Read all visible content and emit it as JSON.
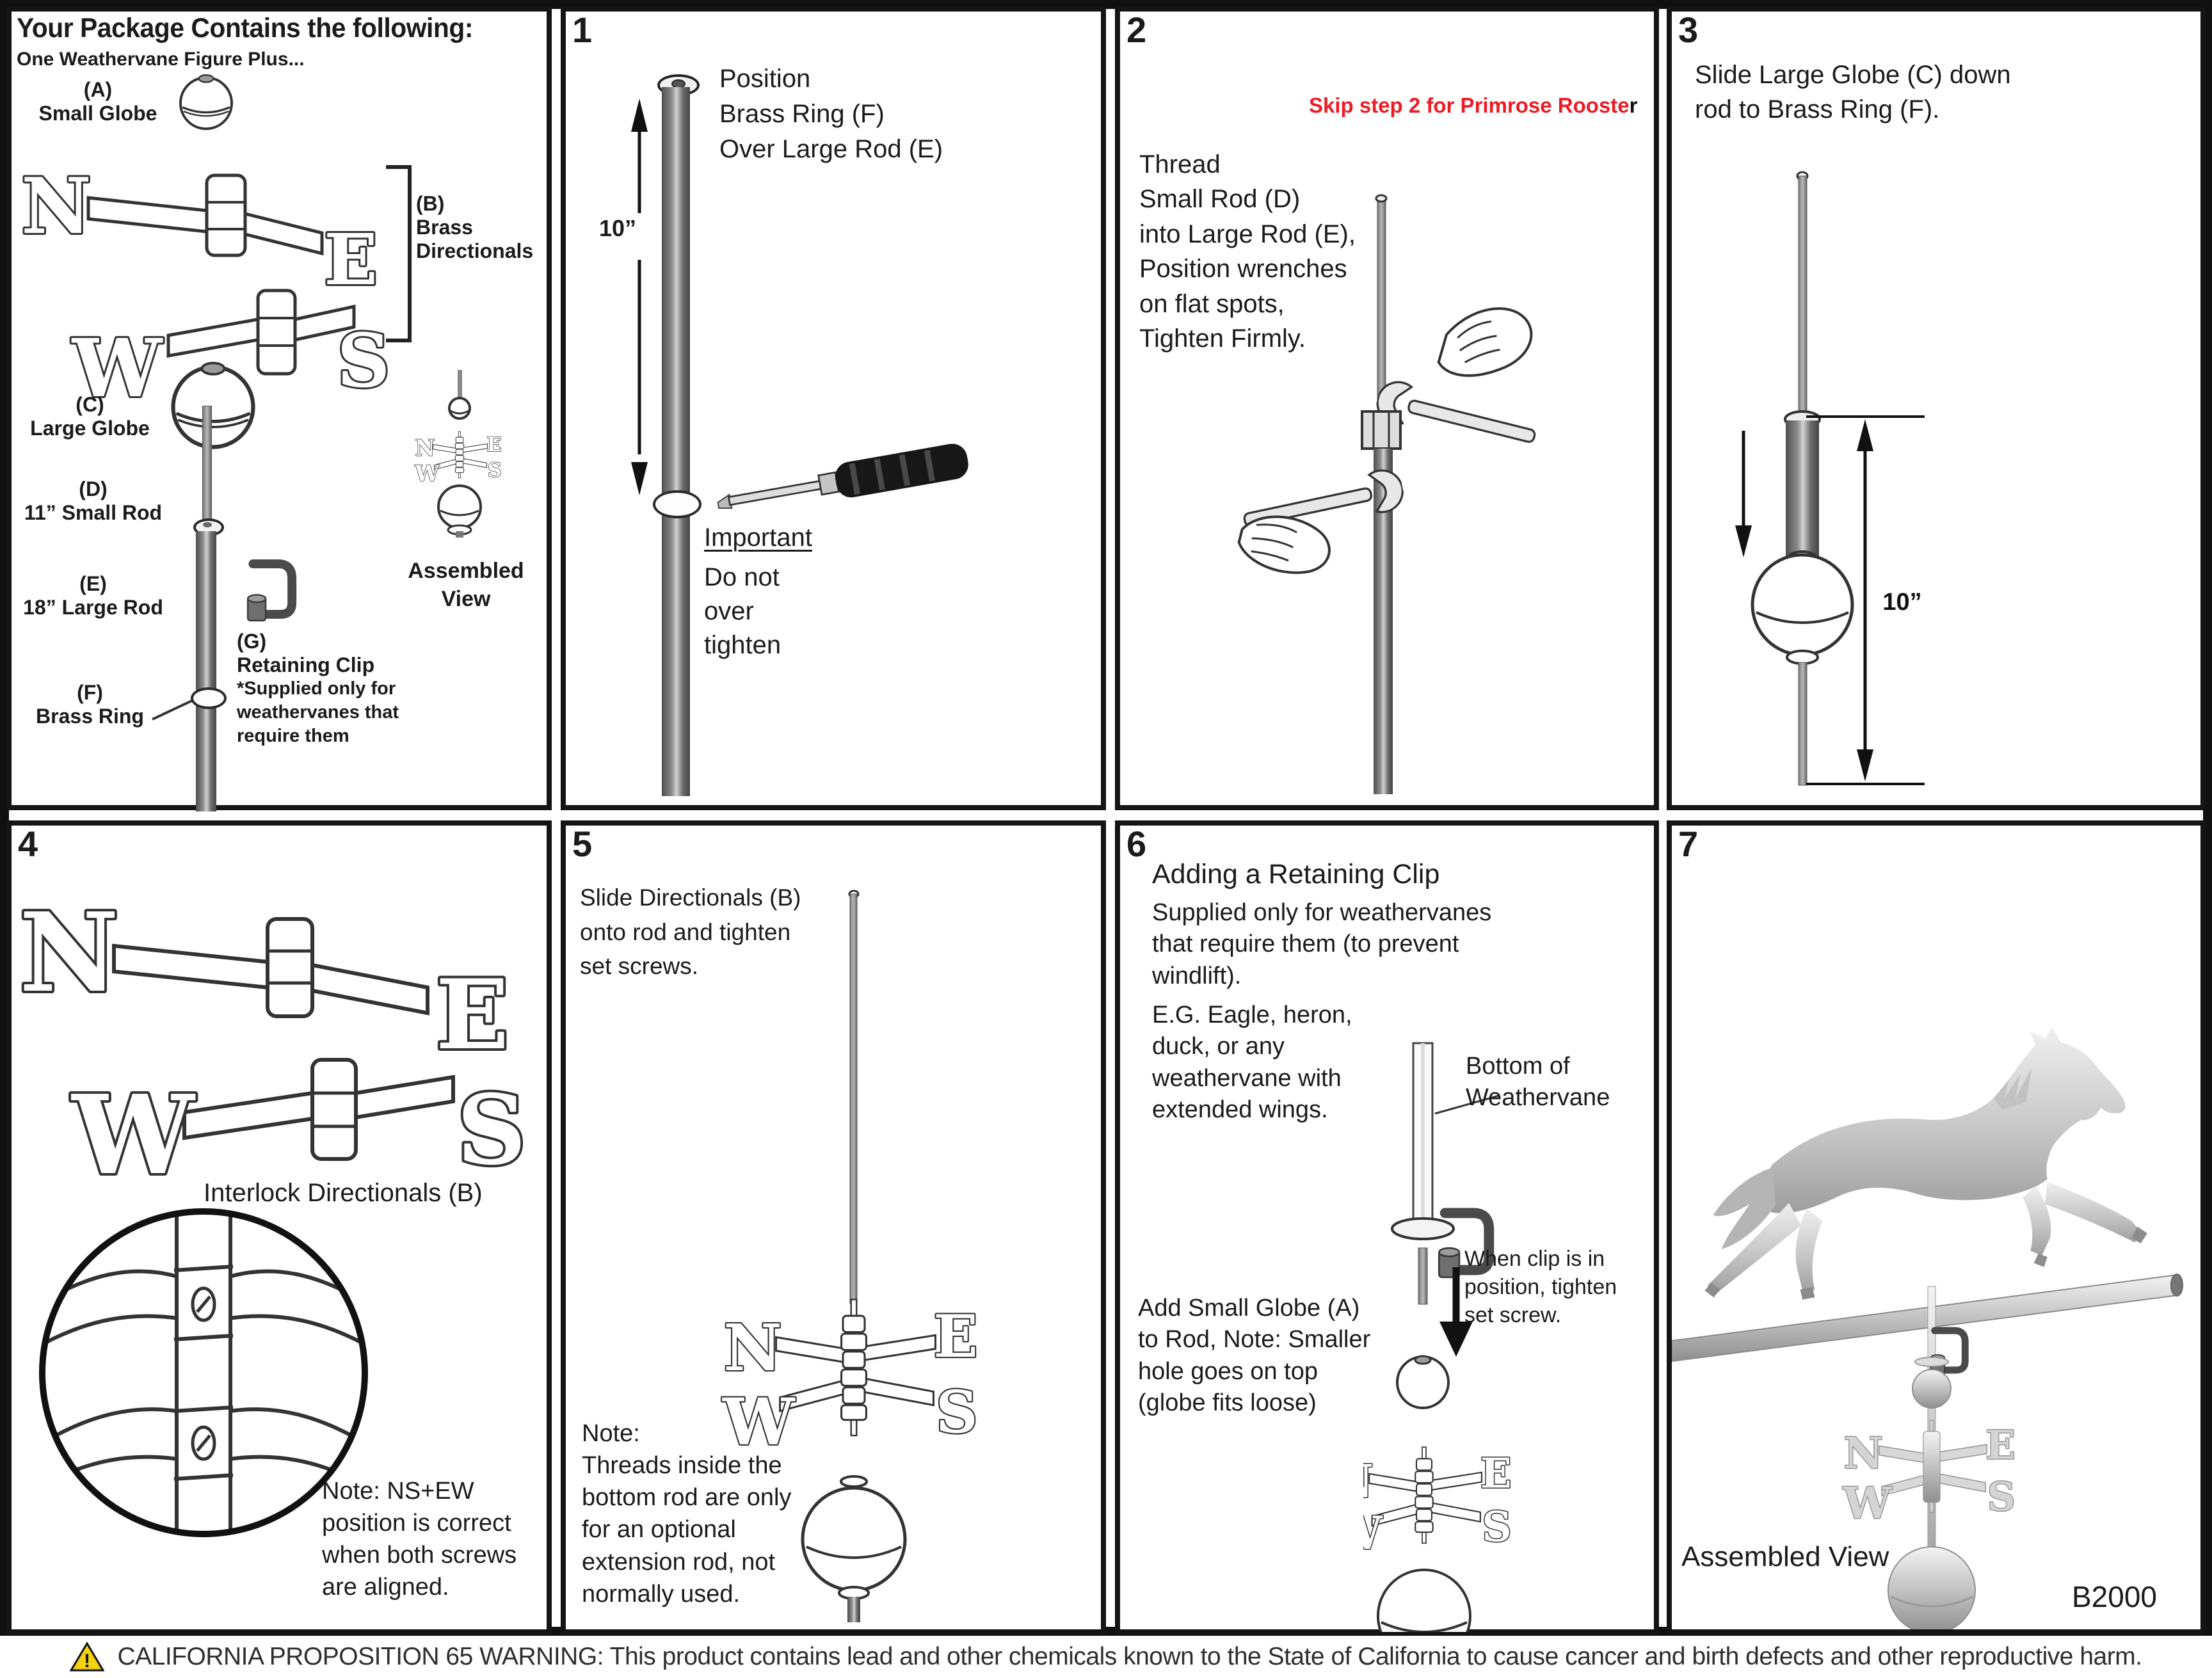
{
  "package_panel": {
    "title": "Your Package Contains the following:",
    "subtitle": "One Weathervane Figure Plus...",
    "item_a_key": "(A)",
    "item_a_label": "Small Globe",
    "item_b_key": "(B)",
    "item_b_label": "Brass\nDirectionals",
    "item_c_key": "(C)",
    "item_c_label": "Large Globe",
    "item_d_key": "(D)",
    "item_d_label": "11” Small Rod",
    "item_e_key": "(E)",
    "item_e_label": "18” Large Rod",
    "item_f_key": "(F)",
    "item_f_label": "Brass Ring",
    "item_g_key": "(G)",
    "item_g_label": "Retaining Clip",
    "item_g_note": "*Supplied only for\nweathervanes that\nrequire them",
    "assembled_view_label": "Assembled\nView"
  },
  "step1": {
    "number": "1",
    "instruction": "Position\nBrass Ring (F)\nOver Large Rod (E)",
    "dimension_label": "10”",
    "important_heading": "Important",
    "important_body": "Do not\nover\ntighten"
  },
  "step2": {
    "number": "2",
    "skip_note_red": "Skip step 2 for Primrose Rooste",
    "skip_note_black": "r",
    "instruction": "Thread\nSmall Rod (D)\ninto Large Rod (E),\nPosition wrenches\non flat spots,\nTighten Firmly."
  },
  "step3": {
    "number": "3",
    "instruction": "Slide Large Globe (C) down\nrod to Brass Ring (F).",
    "dimension_label": "10”"
  },
  "step4": {
    "number": "4",
    "caption": "Interlock Directionals (B)",
    "note": "Note: NS+EW\nposition is correct\nwhen both screws\nare aligned."
  },
  "step5": {
    "number": "5",
    "instruction": "Slide Directionals (B)\nonto rod and tighten\nset screws.",
    "note": "Note:\nThreads inside the\nbottom rod are only\nfor an optional\nextension rod, not\nnormally used."
  },
  "step6": {
    "number": "6",
    "heading": "Adding a Retaining Clip",
    "body1": "Supplied only for weathervanes\nthat require them (to prevent\nwindlift).",
    "body2": "E.G. Eagle, heron,\nduck, or any\nweathervane with\nextended wings.",
    "label_bottom": "Bottom of\nWeathervane",
    "label_clip": "When clip is in\nposition, tighten\nset screw.",
    "add_globe": "Add Small Globe (A)\nto Rod, Note: Smaller\nhole goes on top\n(globe fits loose)"
  },
  "step7": {
    "number": "7",
    "caption": "Assembled View",
    "model": "B2000"
  },
  "letters": {
    "n": "N",
    "e": "E",
    "w": "W",
    "s": "S"
  },
  "warning": {
    "icon": "warning-triangle-icon",
    "icon_mark": "!",
    "icon_color": "#f5d20e",
    "text": "CALIFORNIA PROPOSITION 65 WARNING: This product contains lead and other chemicals known to the State of California to cause cancer and birth defects and other reproductive harm."
  },
  "colors": {
    "red_note": "#ed1c24",
    "ink": "#1b1b1b"
  }
}
